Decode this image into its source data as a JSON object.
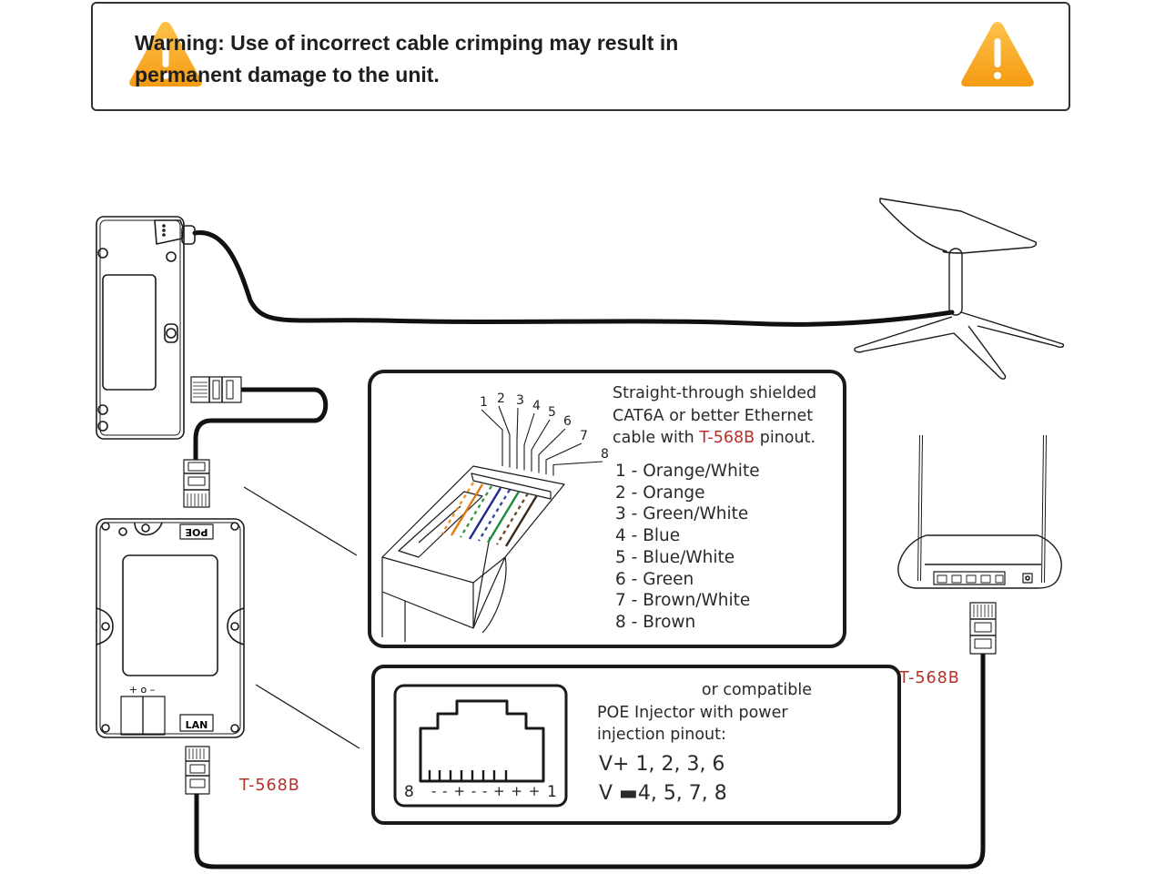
{
  "warning": {
    "line1": "Warning: Use of incorrect cable crimping may result in",
    "line2": "permanent damage to the unit.",
    "icon_color": "#f9a51a"
  },
  "cable_panel": {
    "desc_line1": "Straight-through shielded",
    "desc_line2": "CAT6A or better Ethernet",
    "desc_line3_pre": "cable with ",
    "desc_line3_std": "T-568B",
    "desc_line3_post": " pinout.",
    "pins": [
      "1 - Orange/White",
      "2 - Orange",
      "3 - Green/White",
      "4 - Blue",
      "5 - Blue/White",
      "6 - Green",
      "7 - Brown/White",
      "8 - Brown"
    ],
    "connector_pin_numbers": [
      "1",
      "2",
      "3",
      "4",
      "5",
      "6",
      "7",
      "8"
    ],
    "wire_colors": [
      "#e8962c",
      "#e07a10",
      "#3a9a4a",
      "#1c2a8a",
      "#3a4aa0",
      "#1e8a3a",
      "#6a4a2a",
      "#3a2a1a"
    ]
  },
  "poe_panel": {
    "line1": "or compatible",
    "line2": "POE Injector with power",
    "line3": "injection pinout:",
    "vplus": "V+ 1, 2, 3, 6",
    "vminus": "V ▬4, 5, 7, 8",
    "jack_left": "8",
    "jack_right": "1",
    "jack_polarity": "- - + - - + + +"
  },
  "labels": {
    "poe_device_top": "POE",
    "poe_device_lan": "LAN",
    "poe_terminal": "+ o –",
    "t568b_left": "T-568B",
    "t568b_right": "T-568B"
  },
  "accent_red": "#b5302a"
}
